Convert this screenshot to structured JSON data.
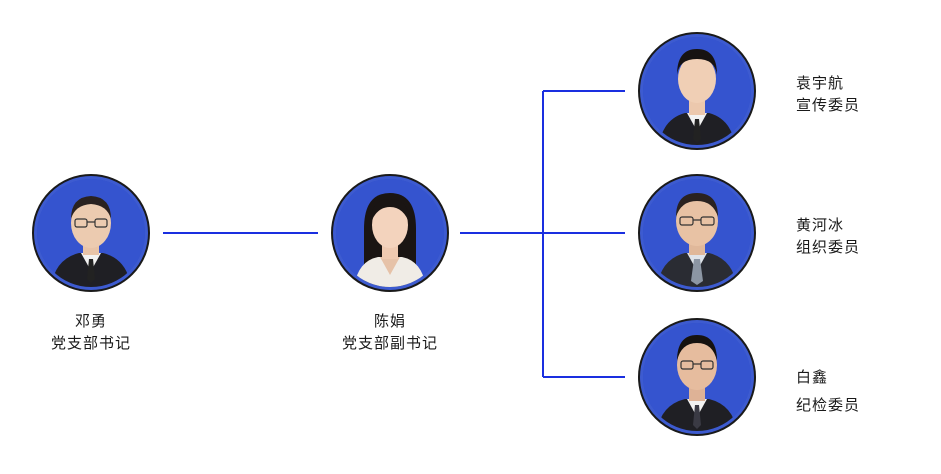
{
  "members": [
    {
      "id": "deng",
      "name": "邓勇",
      "role": "党支部书记"
    },
    {
      "id": "chen",
      "name": "陈娟",
      "role": "党支部副书记"
    },
    {
      "id": "yuan",
      "name": "袁宇航",
      "role": "宣传委员"
    },
    {
      "id": "huang",
      "name": "黄河冰",
      "role": "组织委员"
    },
    {
      "id": "bai",
      "name": "白鑫",
      "role": "纪检委员"
    }
  ],
  "colors": {
    "connector": "#1a2fe0",
    "photo_background": "#3d5bd0",
    "ring": "#1a1a1a",
    "text": "#1a1a1a"
  }
}
